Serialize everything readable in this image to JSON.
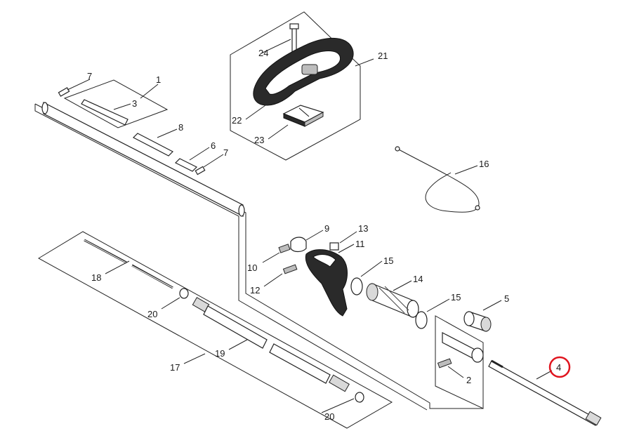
{
  "labels": {
    "p1": "1",
    "p2": "2",
    "p3": "3",
    "p4": "4",
    "p5": "5",
    "p6": "6",
    "p7a": "7",
    "p7b": "7",
    "p8": "8",
    "p9": "9",
    "p10": "10",
    "p11": "11",
    "p12": "12",
    "p13": "13",
    "p14": "14",
    "p15a": "15",
    "p15b": "15",
    "p16": "16",
    "p17": "17",
    "p18": "18",
    "p19": "19",
    "p20a": "20",
    "p20b": "20",
    "p21": "21",
    "p22": "22",
    "p23": "23",
    "p24": "24"
  },
  "colors": {
    "highlight": "#e0141e",
    "line": "#222222"
  },
  "highlighted_part": "4"
}
